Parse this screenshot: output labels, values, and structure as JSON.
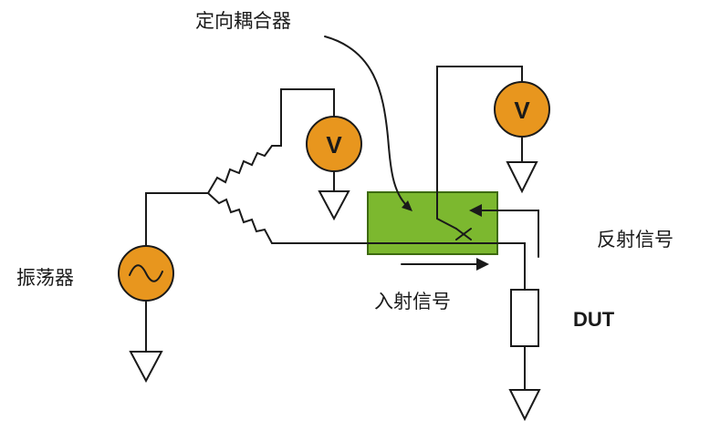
{
  "labels": {
    "coupler": "定向耦合器",
    "oscillator": "振荡器",
    "incident": "入射信号",
    "reflected": "反射信号",
    "dut": "DUT"
  },
  "meter_symbol": "V",
  "icons": {
    "meter": "voltmeter-icon",
    "ground": "ground-icon",
    "source": "ac-source-icon",
    "resistor": "resistor-icon"
  },
  "colors": {
    "meter_fill": "#e8961e",
    "coupler_fill": "#7cb82f",
    "line": "#1a1a1a"
  }
}
